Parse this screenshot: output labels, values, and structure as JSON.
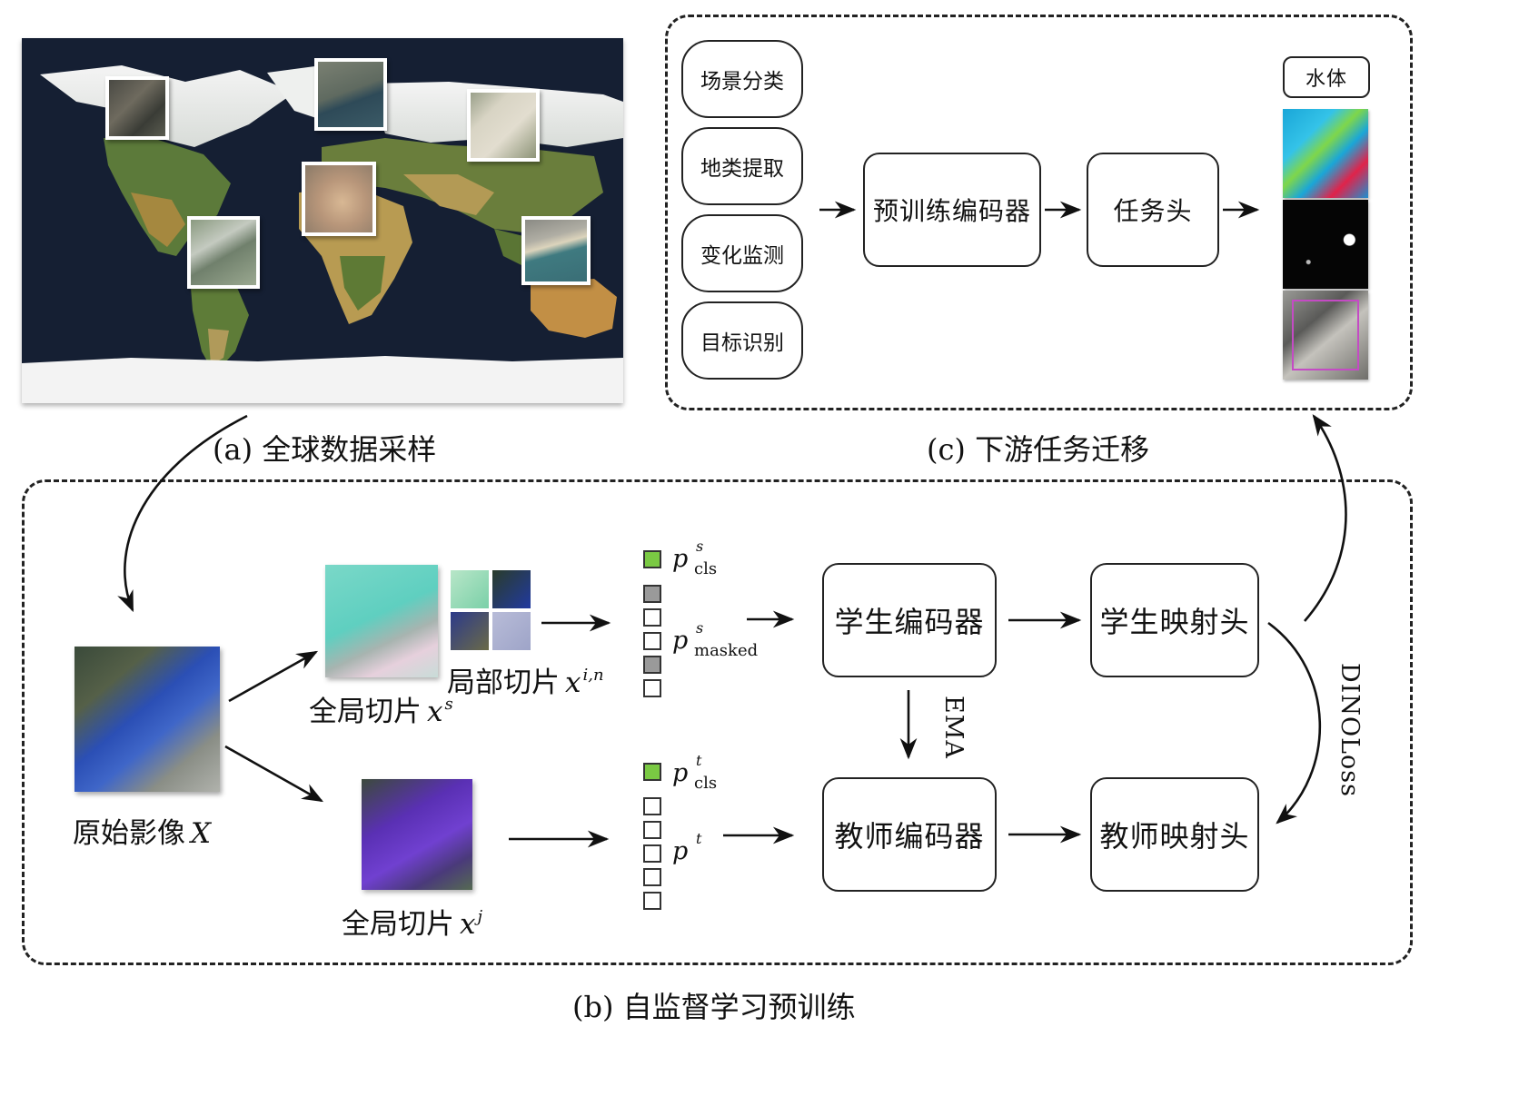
{
  "captions": {
    "a": "(a) 全球数据采样",
    "b": "(b) 自监督学习预训练",
    "c": "(c) 下游任务迁移"
  },
  "downstream": {
    "tasks": [
      "场景分类",
      "地类提取",
      "变化监测",
      "目标识别"
    ],
    "encoder": "预训练编码器",
    "head": "任务头",
    "output_label": "水体"
  },
  "pretrain": {
    "student_encoder": "学生编码器",
    "student_head": "学生映射头",
    "teacher_encoder": "教师编码器",
    "teacher_head": "教师映射头",
    "ema": "EMA",
    "loss": "DINOLoss",
    "original_image": {
      "text": "原始影像",
      "var": "X"
    },
    "global_patch_s": {
      "text": "全局切片",
      "var": "x",
      "sup": "s"
    },
    "local_patch": {
      "text": "局部切片",
      "var": "x",
      "sup": "i,n"
    },
    "global_patch_j": {
      "text": "全局切片",
      "var": "x",
      "sup": "j"
    },
    "p_cls_s": {
      "var": "p",
      "sup": "s",
      "sub": "cls"
    },
    "p_masked_s": {
      "var": "p",
      "sup": "s",
      "sub": "masked"
    },
    "p_cls_t": {
      "var": "p",
      "sup": "t",
      "sub": "cls"
    },
    "p_t": {
      "var": "p",
      "sup": "t"
    },
    "student_tokens": [
      "cls",
      "masked",
      "empty",
      "empty",
      "masked",
      "empty"
    ],
    "teacher_tokens": [
      "cls",
      "empty",
      "empty",
      "empty",
      "empty",
      "empty"
    ]
  },
  "colors": {
    "cls_token": "#7ac943",
    "masked_token": "#9a9a9a",
    "map_ocean": "#151f33"
  }
}
